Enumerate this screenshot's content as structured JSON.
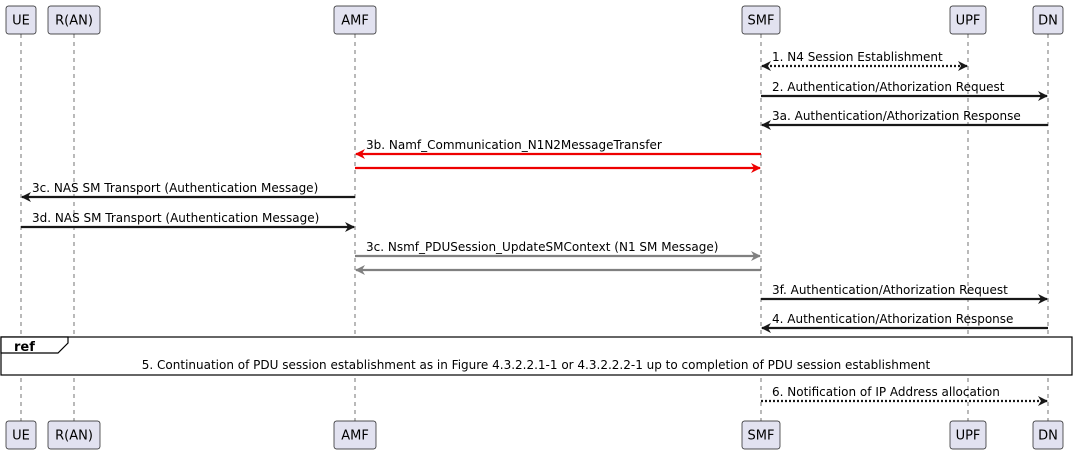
{
  "participants": [
    {
      "id": "UE",
      "label": "UE"
    },
    {
      "id": "RAN",
      "label": "R(AN)"
    },
    {
      "id": "AMF",
      "label": "AMF"
    },
    {
      "id": "SMF",
      "label": "SMF"
    },
    {
      "id": "UPF",
      "label": "UPF"
    },
    {
      "id": "DN",
      "label": "DN"
    }
  ],
  "messages": [
    {
      "label": "1. N4 Session Establishment",
      "from": "SMF",
      "to": "UPF",
      "style": "dotted",
      "bidirectional": true,
      "color": "#181818"
    },
    {
      "label": "2. Authentication/Athorization Request",
      "from": "SMF",
      "to": "DN",
      "style": "solid",
      "color": "#181818"
    },
    {
      "label": "3a. Authentication/Athorization Response",
      "from": "DN",
      "to": "SMF",
      "style": "solid",
      "color": "#181818"
    },
    {
      "label": "3b. Namf_Communication_N1N2MessageTransfer",
      "from": "SMF",
      "to": "AMF",
      "style": "solid",
      "color": "#ee0000"
    },
    {
      "label": "",
      "from": "AMF",
      "to": "SMF",
      "style": "solid",
      "color": "#ee0000"
    },
    {
      "label": "3c. NAS SM Transport (Authentication Message)",
      "from": "AMF",
      "to": "UE",
      "style": "solid",
      "color": "#181818"
    },
    {
      "label": "3d. NAS SM Transport (Authentication Message)",
      "from": "UE",
      "to": "AMF",
      "style": "solid",
      "color": "#181818"
    },
    {
      "label": "3c. Nsmf_PDUSession_UpdateSMContext (N1 SM Message)",
      "from": "AMF",
      "to": "SMF",
      "style": "solid",
      "color": "#808080"
    },
    {
      "label": "",
      "from": "SMF",
      "to": "AMF",
      "style": "solid",
      "color": "#808080"
    },
    {
      "label": "3f. Authentication/Athorization Request",
      "from": "SMF",
      "to": "DN",
      "style": "solid",
      "color": "#181818"
    },
    {
      "label": "4. Authentication/Athorization Response",
      "from": "DN",
      "to": "SMF",
      "style": "solid",
      "color": "#181818"
    },
    {
      "label": "6. Notification of IP Address allocation",
      "from": "SMF",
      "to": "DN",
      "style": "dotted",
      "color": "#181818"
    }
  ],
  "ref": {
    "tag": "ref",
    "text": "5. Continuation of PDU session establishment as in Figure 4.3.2.2.1-1 or 4.3.2.2.2-1 up to completion of PDU session establishment"
  }
}
